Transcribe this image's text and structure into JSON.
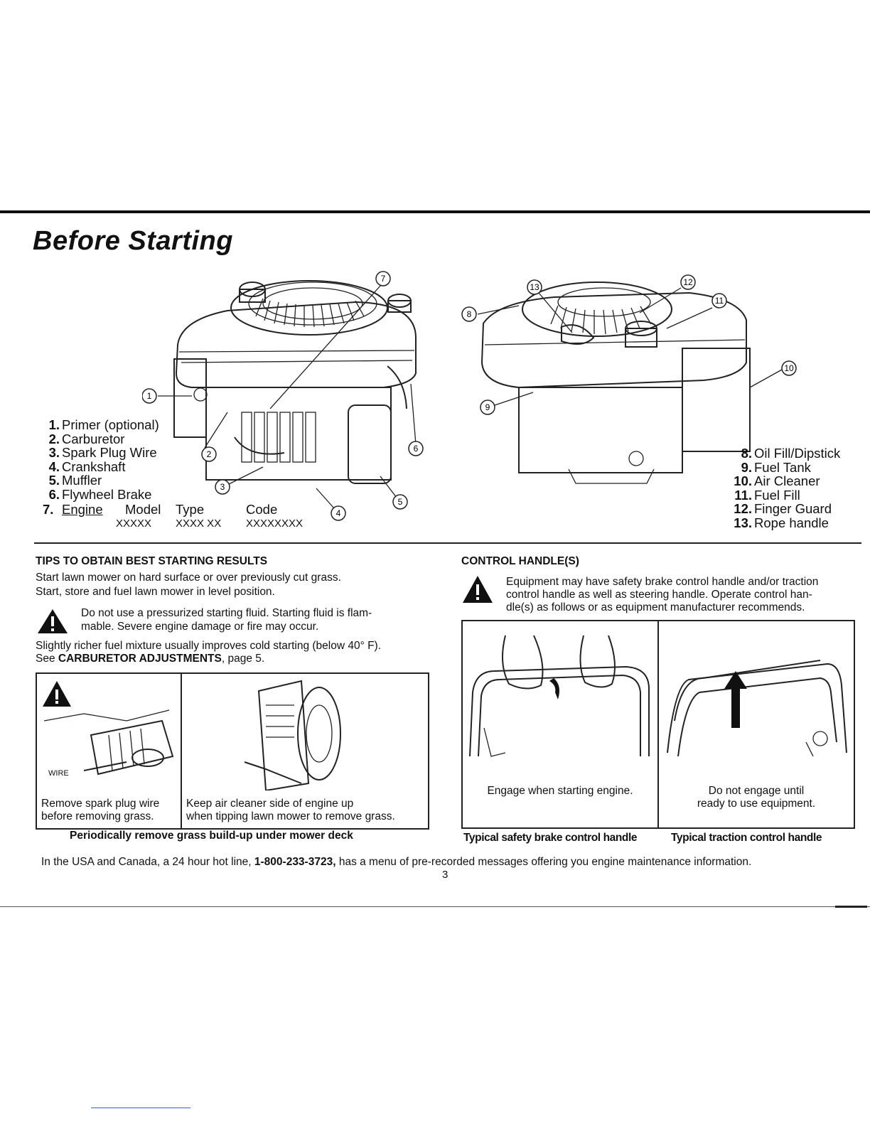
{
  "title": "Before Starting",
  "left_parts": [
    {
      "num": "1.",
      "label": "Primer (optional)"
    },
    {
      "num": "2.",
      "label": "Carburetor"
    },
    {
      "num": "3.",
      "label": "Spark Plug Wire"
    },
    {
      "num": "4.",
      "label": "Crankshaft"
    },
    {
      "num": "5.",
      "label": "Muffler"
    },
    {
      "num": "6.",
      "label": "Flywheel Brake"
    }
  ],
  "engine_row": {
    "num": "7.",
    "engine": "Engine",
    "model_label": "Model",
    "type_label": "Type",
    "code_label": "Code",
    "model_value": "XXXXX",
    "type_value": "XXXX XX",
    "code_value": "XXXXXXXX"
  },
  "right_parts": [
    {
      "num": "8.",
      "label": "Oil Fill/Dipstick"
    },
    {
      "num": "9.",
      "label": "Fuel Tank"
    },
    {
      "num": "10.",
      "label": "Air Cleaner"
    },
    {
      "num": "11.",
      "label": "Fuel Fill"
    },
    {
      "num": "12.",
      "label": "Finger Guard"
    },
    {
      "num": "13.",
      "label": "Rope handle"
    }
  ],
  "callouts_left": [
    "1",
    "2",
    "3",
    "4",
    "5",
    "6",
    "7"
  ],
  "callouts_right": [
    "8",
    "9",
    "10",
    "11",
    "12",
    "13"
  ],
  "tips": {
    "heading": "TIPS TO OBTAIN BEST STARTING RESULTS",
    "line1": "Start lawn mower on hard surface or over previously cut grass.",
    "line2": "Start, store and fuel lawn mower in level position.",
    "warning_line1": "Do not use a pressurized starting fluid. Starting fluid is flam-",
    "warning_line2": "mable. Severe engine damage or fire may occur.",
    "cold_line1": "Slightly richer fuel mixture usually improves cold starting (below 40° F).",
    "cold_see": "See",
    "cold_link": "CARBURETOR ADJUSTMENTS",
    "cold_page": ", page 5.",
    "wire_label": "WIRE",
    "caption_left_1": "Remove spark plug wire",
    "caption_left_2": "before removing grass.",
    "caption_right_1": "Keep air cleaner side of engine up",
    "caption_right_2": "when tipping lawn mower to remove grass.",
    "footer": "Periodically remove grass build-up under mower deck"
  },
  "control": {
    "heading": "CONTROL HANDLE(S)",
    "line1": "Equipment may have safety brake control handle and/or traction",
    "line2": "control handle as well as steering handle. Operate control han-",
    "line3": "dle(s) as follows or as equipment manufacturer recommends.",
    "caption_left": "Engage when starting engine.",
    "caption_right_1": "Do not engage until",
    "caption_right_2": "ready to use equipment.",
    "label_left": "Typical safety brake control handle",
    "label_right": "Typical traction control handle"
  },
  "hotline": {
    "before": "In the USA and Canada, a 24 hour hot line, ",
    "number": "1-800-233-3723,",
    "after": " has a menu of pre-recorded messages offering you engine maintenance information."
  },
  "page_number": "3"
}
